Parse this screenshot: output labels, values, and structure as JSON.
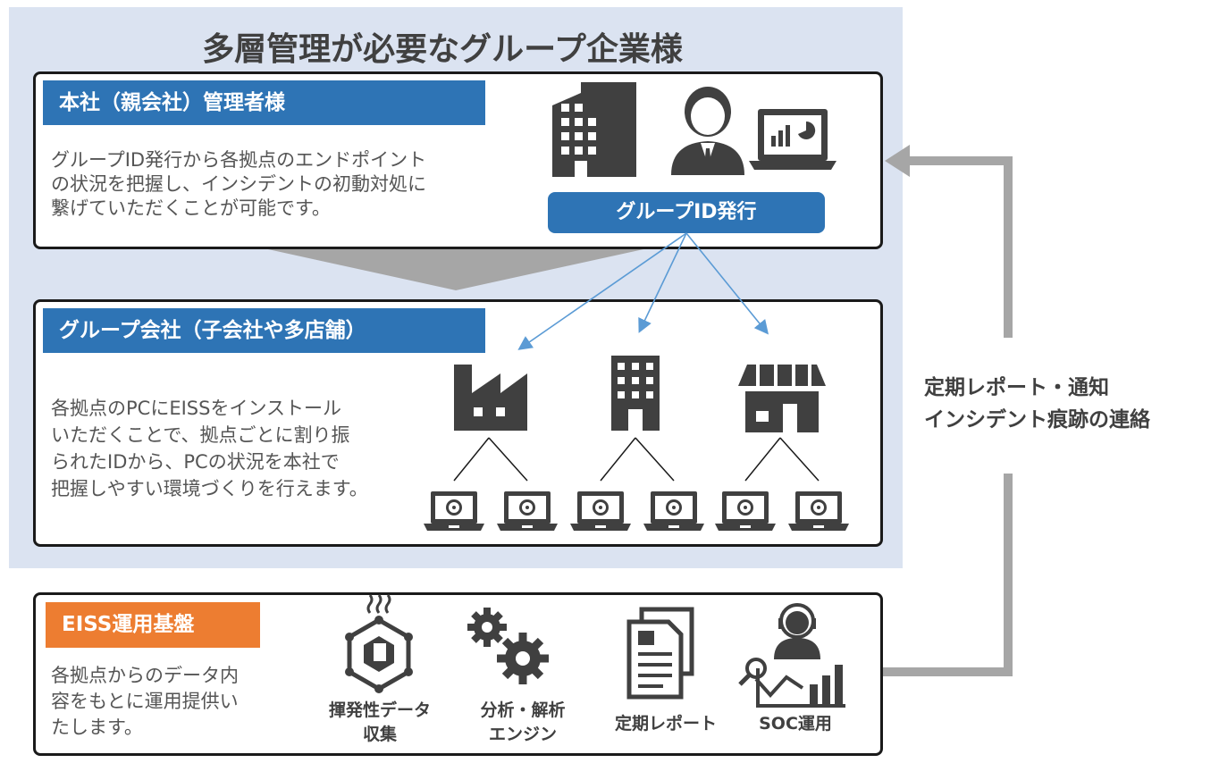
{
  "title": "多層管理が必要なグループ企業様",
  "headquarters": {
    "header": "本社（親会社）管理者様",
    "description": [
      "グループID発行から各拠点のエンドポイント",
      "の状況を把握し、インシデントの初動対処に",
      "繋げていただくことが可能です。"
    ],
    "issue_button": "グループID発行",
    "icons": [
      "building-icon",
      "person-icon",
      "laptop-chart-icon"
    ]
  },
  "group_companies": {
    "header": "グループ会社（子会社や多店舗）",
    "description": [
      "各拠点のPCにEISSをインストール",
      "いただくことで、拠点ごとに割り振",
      "られたIDから、PCの状況を本社で",
      "把握しやすい環境づくりを行えます。"
    ],
    "sites": [
      "factory-icon",
      "office-building-icon",
      "store-icon"
    ],
    "pc_icon": "laptop-disc-icon"
  },
  "platform": {
    "header": "EISS運用基盤",
    "description": [
      "各拠点からのデータ内",
      "容をもとに運用提供い",
      "たします。"
    ],
    "features": [
      {
        "icon": "volatile-data-icon",
        "label": [
          "揮発性データ",
          "収集"
        ]
      },
      {
        "icon": "gears-icon",
        "label": [
          "分析・解析",
          "エンジン"
        ]
      },
      {
        "icon": "report-icon",
        "label": [
          "定期レポート"
        ]
      },
      {
        "icon": "soc-operator-icon",
        "label": [
          "SOC運用"
        ]
      }
    ]
  },
  "side": {
    "line1": "定期レポート・通知",
    "line2": "インシデント痕跡の連絡"
  },
  "colors": {
    "blue": "#2e74b5",
    "orange": "#ed7d31",
    "panel": "#dbe3f1",
    "icon": "#404040",
    "arrow": "#a6a6a6",
    "link": "#5b9bd5"
  }
}
